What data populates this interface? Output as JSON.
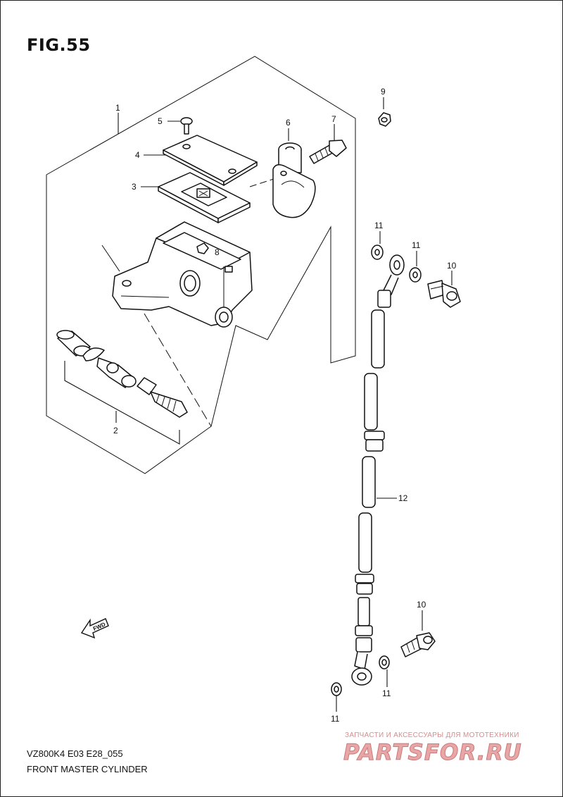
{
  "figure": {
    "title": "FIG.55",
    "model_code": "VZ800K4 E03 E28_055",
    "caption": "FRONT MASTER CYLINDER"
  },
  "fwd_label": "FWD",
  "callouts": {
    "c1": "1",
    "c2": "2",
    "c3": "3",
    "c4": "4",
    "c5": "5",
    "c6": "6",
    "c7": "7",
    "c8": "8",
    "c9": "9",
    "c10a": "10",
    "c10b": "10",
    "c11a": "11",
    "c11b": "11",
    "c11c": "11",
    "c11d": "11",
    "c12": "12"
  },
  "watermark": {
    "tagline": "ЗАПЧАСТИ И АКСЕССУАРЫ ДЛЯ МОТОТЕХНИКИ",
    "logo": "PARTSFOR.RU"
  }
}
